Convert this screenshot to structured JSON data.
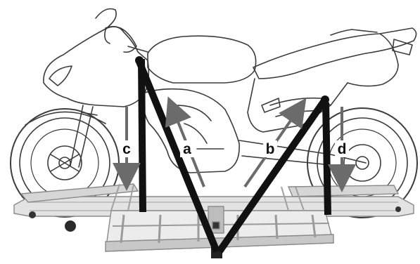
{
  "diagram": {
    "labels": {
      "a": "a",
      "b": "b",
      "c": "c",
      "d": "d"
    },
    "colors": {
      "strap": "#111111",
      "arrow": "#6b6b6b",
      "outline": "#3c3c3c",
      "frame": "#cfcfcf"
    },
    "icons": [
      "motorcycle-outline",
      "carrier-rack",
      "strap",
      "direction-arrow"
    ]
  }
}
